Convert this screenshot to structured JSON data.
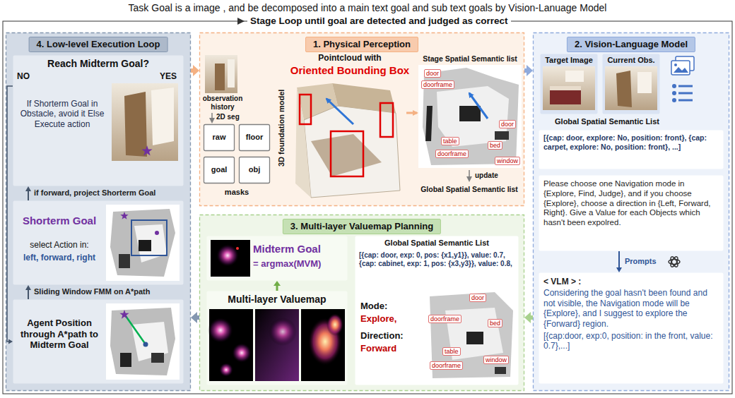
{
  "diagram": {
    "title": "Task Goal is a image , and be decomposed into a main text goal and sub text goals by Vision-Lanuage Model",
    "nodes": [
      {
        "text": [
          "4. Low-level Execution Loop"
        ]
      },
      {
        "text": [
          "Reach Midterm Goal?",
          "If Shorterm Goal in Obstacle, avoid it Else Execute action"
        ],
        "in": 0
      },
      {
        "text": [
          "Shorterm Goal",
          "select Action in:",
          "left, forward, right"
        ],
        "in": 0
      },
      {
        "text": [
          "Agent Position through A*path to Midterm Goal"
        ],
        "in": 0
      },
      {
        "text": [
          "1. Physical Perception"
        ]
      },
      {
        "text": [
          "raw"
        ],
        "in": 4
      },
      {
        "text": [
          "floor"
        ],
        "in": 4
      },
      {
        "text": [
          "goal"
        ],
        "in": 4
      },
      {
        "text": [
          "obj"
        ],
        "in": 4
      },
      {
        "text": [
          "2. Vision-Language Model"
        ]
      },
      {
        "text": [
          "Target Image"
        ],
        "in": 9
      },
      {
        "text": [
          "Current Obs."
        ],
        "in": 9
      },
      {
        "text": [
          "[{cap: door, explore: No, position: front}, {cap: carpet, explore: No, position: front}, ...]"
        ],
        "in": 9
      },
      {
        "text": [
          "Please choose one Navigation mode in {Explore, Find, Judge}, and if you choose {Explore}, choose a direction in {Left, Forward, Right}. Give a Value for each Objects which hasn't been expolred."
        ],
        "in": 9
      },
      {
        "text": [
          "< VLM > :",
          "Considering the goal hasn't been found and not visible, the Navigation mode will be {Explore}, and I suggest to explore the {Forward} region.",
          "[{cap:door, exp:0, position: in the front, value: 0.7},...]"
        ],
        "in": 9
      },
      {
        "text": [
          "3. Multi-layer Valuemap Planning"
        ]
      },
      {
        "text": [
          "Midterm Goal",
          "= argmax(MVM)"
        ],
        "in": 15
      },
      {
        "text": [
          "Global Spatial Semantic List",
          "[{cap: door, exp: 0, pos: {x1,y1}}, value: 0.7, {cap: cabinet, exp: 1, pos: {x3,y3}}, value: 0.8,",
          "Mode:",
          "Explore,",
          "Direction:",
          "Forward"
        ],
        "in": 15
      },
      {
        "text": [
          "Multi-layer Valuemap"
        ],
        "in": 15
      }
    ],
    "edges": [
      {
        "from": 0,
        "to": 4,
        "arrow": "to"
      },
      {
        "from": 4,
        "to": 9,
        "arrow": "to"
      },
      {
        "from": 9,
        "to": 15,
        "arrow": "to"
      },
      {
        "from": 15,
        "to": 0,
        "arrow": "to"
      },
      {
        "from": 3,
        "to": 2,
        "arrow": "to",
        "label": "Sliding Window FMM on A*path"
      },
      {
        "from": 2,
        "to": 1,
        "arrow": "to",
        "label": "if forward, project Shorterm Goal"
      },
      {
        "from": 1,
        "to": 3,
        "arrow": "to"
      },
      {
        "from": 18,
        "to": 16,
        "arrow": "to"
      },
      {
        "from": 13,
        "to": 14,
        "arrow": "to",
        "label": "Prompts"
      }
    ],
    "labels": [
      "Stage Loop until goal are detected and judged as correct",
      "NO",
      "YES",
      "observation history",
      "2D seg",
      "masks",
      "3D foundation model",
      "Pointcloud with",
      "Oriented Bounding Box",
      "Stage Spatial Semantic list",
      "door",
      "doorframe",
      "door",
      "table",
      "bed",
      "doorframe",
      "window",
      "update",
      "Global Spatial Semantic list",
      "Global Spatial Semantic List",
      "door",
      "doorframe",
      "bed",
      "table",
      "doorframe",
      "window"
    ]
  }
}
